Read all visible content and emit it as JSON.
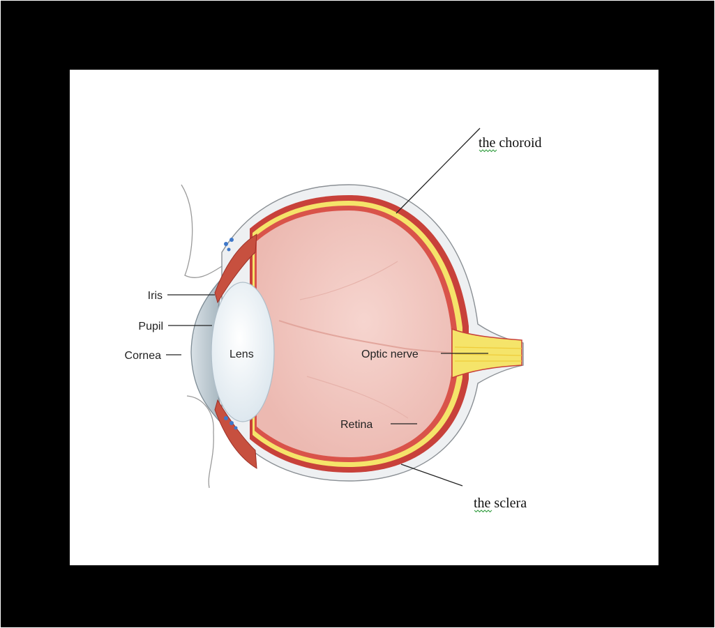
{
  "labels": {
    "iris": "Iris",
    "pupil": "Pupil",
    "cornea": "Cornea",
    "lens": "Lens",
    "optic_nerve": "Optic nerve",
    "retina": "Retina",
    "choroid": "the choroid",
    "sclera": "the sclera"
  },
  "colors": {
    "frame": "#000000",
    "panel": "#ffffff",
    "vitreous": "#f1c7c0",
    "choroid": "#c8413a",
    "retina": "#f5e46a",
    "sclera": "#eef0f2",
    "cornea": "#bcc8cf",
    "lens": "#eef4f8",
    "leader_line": "#222222"
  }
}
